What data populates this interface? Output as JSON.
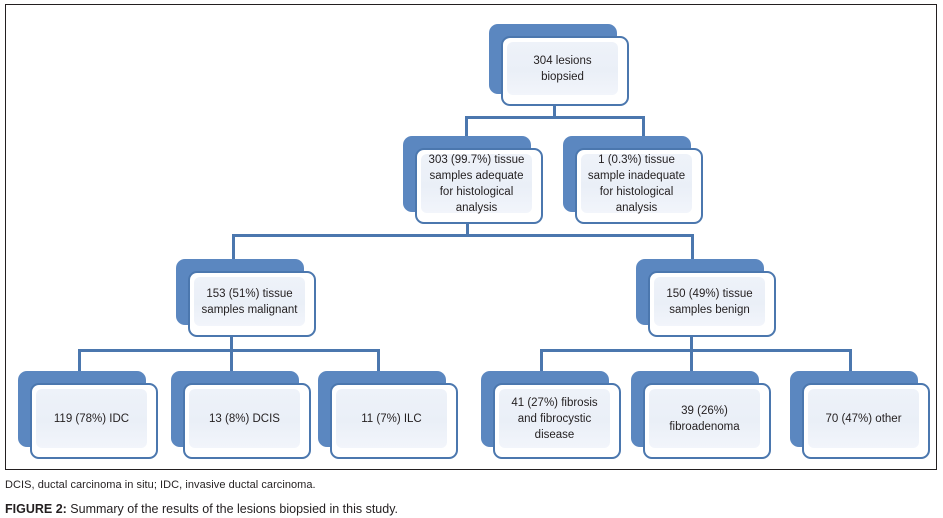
{
  "figure": {
    "abbreviations": "DCIS, ductal carcinoma in situ; IDC, invasive ductal carcinoma.",
    "label": "FIGURE 2:",
    "caption": " Summary of the results of the lesions biopsied in this study."
  },
  "colors": {
    "box_border": "#4b77ae",
    "box_shadow": "#5b87c0",
    "box_fill": "#eef2f9",
    "connector": "#4b77ae",
    "frame": "#231f20",
    "text": "#231f20"
  },
  "chart_data": {
    "type": "diagram",
    "title": "Summary of the results of the lesions biopsied in this study",
    "nodes": [
      {
        "id": "root",
        "level": 0,
        "label": "304 lesions\nbiopsied",
        "count": 304,
        "percent": null
      },
      {
        "id": "adequate",
        "level": 1,
        "label": "303 (99.7%) tissue\nsamples adequate\nfor histological\nanalysis",
        "count": 303,
        "percent": 99.7
      },
      {
        "id": "inadequate",
        "level": 1,
        "label": "1 (0.3%) tissue\nsample inadequate\nfor histological\nanalysis",
        "count": 1,
        "percent": 0.3
      },
      {
        "id": "malignant",
        "level": 2,
        "label": "153 (51%) tissue\nsamples malignant",
        "count": 153,
        "percent": 51
      },
      {
        "id": "benign",
        "level": 2,
        "label": "150 (49%) tissue\nsamples benign",
        "count": 150,
        "percent": 49
      },
      {
        "id": "idc",
        "level": 3,
        "label": "119 (78%) IDC",
        "count": 119,
        "percent": 78
      },
      {
        "id": "dcis",
        "level": 3,
        "label": "13 (8%) DCIS",
        "count": 13,
        "percent": 8
      },
      {
        "id": "ilc",
        "level": 3,
        "label": "11 (7%) ILC",
        "count": 11,
        "percent": 7
      },
      {
        "id": "fibrosis",
        "level": 3,
        "label": "41 (27%) fibrosis\nand fibrocystic\ndisease",
        "count": 41,
        "percent": 27
      },
      {
        "id": "fibroadenoma",
        "level": 3,
        "label": "39 (26%)\nfibroadenoma",
        "count": 39,
        "percent": 26
      },
      {
        "id": "other",
        "level": 3,
        "label": "70 (47%) other",
        "count": 70,
        "percent": 47
      }
    ],
    "edges": [
      {
        "from": "root",
        "to": "adequate"
      },
      {
        "from": "root",
        "to": "inadequate"
      },
      {
        "from": "adequate",
        "to": "malignant"
      },
      {
        "from": "adequate",
        "to": "benign"
      },
      {
        "from": "malignant",
        "to": "idc"
      },
      {
        "from": "malignant",
        "to": "dcis"
      },
      {
        "from": "malignant",
        "to": "ilc"
      },
      {
        "from": "benign",
        "to": "fibrosis"
      },
      {
        "from": "benign",
        "to": "fibroadenoma"
      },
      {
        "from": "benign",
        "to": "other"
      }
    ]
  }
}
